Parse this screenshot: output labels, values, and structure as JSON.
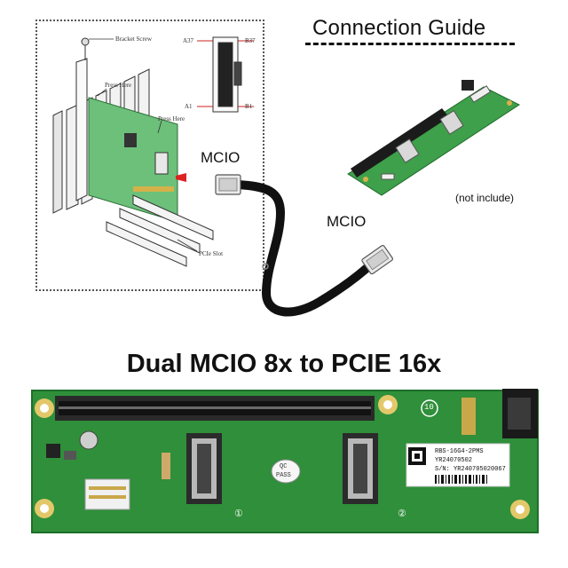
{
  "guide": {
    "title": "Connection Guide",
    "labels": {
      "bracket_screw": "Bracket Screw",
      "a37": "A37",
      "b37": "B37",
      "a1": "A1",
      "b1": "B1",
      "press_here_1": "Press Here",
      "press_here_2": "Press Here",
      "pcie_slot": "PCIe Slot"
    }
  },
  "cable": {
    "label_top": "MCIO",
    "label_bottom": "MCIO"
  },
  "note": "(not include)",
  "product_title": "Dual MCIO 8x to PCIE 16x",
  "board": {
    "sticker_model": "RBS-16G4-2PMS",
    "sticker_code": "YR24070502",
    "sticker_sn": "S/N: YR240705020067",
    "qc": "QC",
    "pass": "PASS",
    "marker_1": "①",
    "marker_2": "②",
    "marker_10": "10"
  },
  "colors": {
    "pcb": "#2f8f3a",
    "pcb_dark": "#1f6e2a",
    "gold": "#c9a84a",
    "slot": "#2a2a2a",
    "cable": "#111111"
  }
}
